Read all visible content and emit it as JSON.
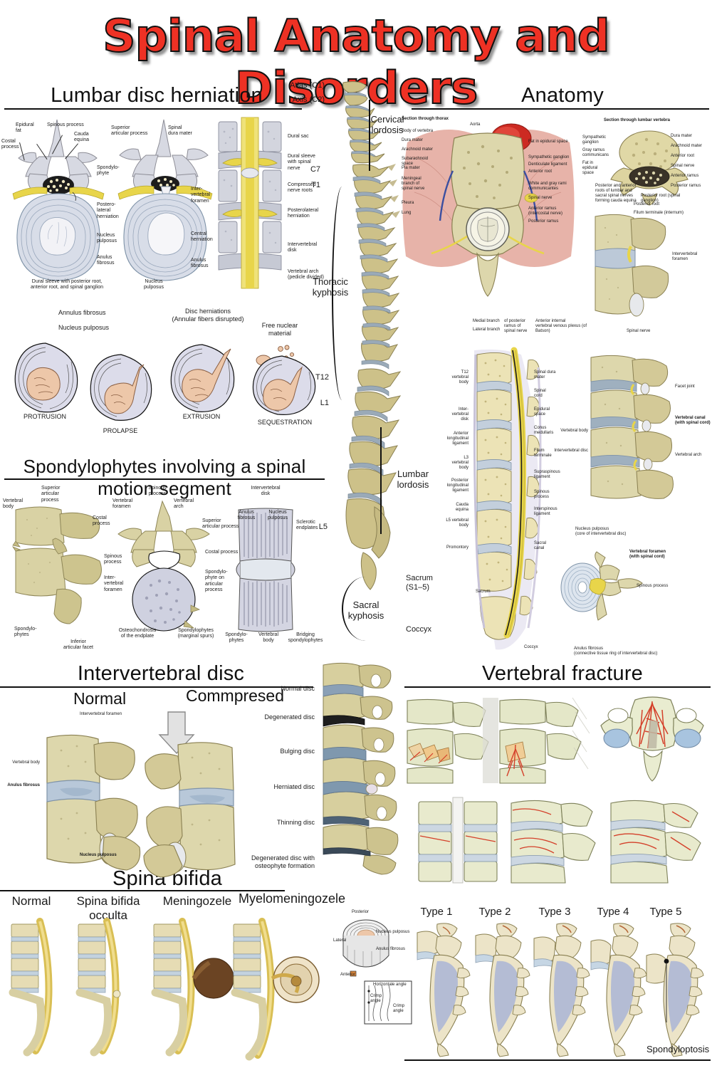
{
  "poster": {
    "title": "Spinal Anatomy and Disorders",
    "title_color": "#ee3124"
  },
  "sections": {
    "lumbar_disc_herniation": {
      "heading": "Lumbar disc herniation",
      "figure_left_labels": [
        "Epidural\nfat",
        "Spinous process",
        "Cauda\nequina",
        "Costal\nprocess",
        "Spondylo-\nphyte",
        "Postero-\nlateral\nherniation",
        "Nucleus\npulposus",
        "Anulus\nfibrosus",
        "Dural sleeve with posterior root,\nanterior root, and spinal ganglion"
      ],
      "figure_mid_labels": [
        "Superior\narticular process",
        "Spinal\ndura mater",
        "Inter-\nvertebral\nforamen",
        "Central\nherniation",
        "Anulus\nfibrosus",
        "Nucleus\npulposus"
      ],
      "figure_right_labels": [
        "Dural sac",
        "Dural sleeve\nwith spinal nerve",
        "Compressed\nnerve roots",
        "Posterolateral\nherniation",
        "Intervertebral\ndisk",
        "Vertebral arch\n(pedicle divided)"
      ],
      "herniation_stages": {
        "callouts": [
          "Annulus fibrosus",
          "Nucleus pulposus",
          "Disc herniations\n(Annular fibers disrupted)",
          "Free nuclear\nmaterial"
        ],
        "items": [
          {
            "name": "PROTRUSION"
          },
          {
            "name": "PROLAPSE"
          },
          {
            "name": "EXTRUSION"
          },
          {
            "name": "SEQUESTRATION"
          }
        ]
      }
    },
    "spondylophytes": {
      "heading": "Spondylophytes involving a spinal motion segment",
      "fig1_labels": [
        "Superior\narticular process",
        "Vertebral\nbody",
        "Costal\nprocess",
        "Spinous\nprocess",
        "Inter-\nvertebral\nforamen",
        "Spondylo-\nphytes",
        "Inferior\narticular facet"
      ],
      "fig2_labels": [
        "Spinous\nprocess",
        "Vertebral\nforamen",
        "Vertebral\narch",
        "Superior\narticular process",
        "Costal process",
        "Spondylo-\nphyte on\narticular\nprocess",
        "Osteochondrosis\nof the endplate",
        "Spondylophytes\n(marginal spurs)"
      ],
      "fig3_labels": [
        "Intervertebral\ndisk",
        "Anulus\nfibrosus",
        "Nucleus\npulposus",
        "Sclerotic\nendplates",
        "Spondylo-\nphytes",
        "Vertebral\nbody",
        "Bridging\nspondylophytes"
      ]
    },
    "spine_column": {
      "labels": [
        "Atlas (C1)",
        "Axis (C2)",
        "C7",
        "T1",
        "T12",
        "L1",
        "L5",
        "Sacrum\n(S1–5)",
        "Coccyx"
      ],
      "curvatures": [
        "Cervical\nlordosis",
        "Thoracic\nkyphosis",
        "Lumbar\nlordosis",
        "Sacral\nkyphosis"
      ]
    },
    "anatomy": {
      "heading": "Anatomy",
      "thorax_section": {
        "title": "Section through thorax",
        "left_labels": [
          "Body of vertebra",
          "Dura mater",
          "Arachnoid mater",
          "Subarachnoid space",
          "Pia mater",
          "Meningeal\nbranch of\nspinal nerve",
          "Pleura",
          "Lung"
        ],
        "top_label": "Aorta",
        "right_labels": [
          "Fat in epidural space",
          "Sympathetic ganglion",
          "Denticulate ligament",
          "Anterior root",
          "White and gray rami\ncommunicantes",
          "Spinal nerve",
          "Anterior ramus\n(intercostal nerve)",
          "Posterior ramus"
        ],
        "bottom_labels": [
          "Medial branch",
          "Lateral branch",
          "of posterior\nramus of\nspinal nerve",
          "Anterior internal\nvertebral venous plexus (of Batson)"
        ]
      },
      "lumbar_section": {
        "title": "Section through lumbar vertebra",
        "left_labels": [
          "Sympathetic\nganglion",
          "Gray ramus\ncommunicans",
          "Fat in\nepidural\nspace",
          "Posterior and anterior\nroots of lumbar and\nsacral spinal nerves\nforming cauda equina"
        ],
        "right_labels": [
          "Dura mater",
          "Arachnoid mater",
          "Anterior root",
          "Spinal nerve",
          "Anterior ramus",
          "Posterior ramus",
          "Posterior root (spinal ganglion)",
          "Posterior root",
          "Filum terminale (internum)"
        ]
      },
      "foramen_fig": {
        "labels": [
          "Intervertebral foramen",
          "Spinal nerve"
        ]
      },
      "sagittal_section": {
        "left_labels": [
          "T12\nvertebral\nbody",
          "Inter-\nvertebral\ndisk",
          "Anterior\nlongitudinal\nligament",
          "L3\nvertebral\nbody",
          "Posterior\nlongitudinal\nligament",
          "Cauda\nequina",
          "L5 vertebral\nbody",
          "Promontory"
        ],
        "right_labels": [
          "Spinal dura\nmater",
          "Spinal\ncord",
          "Epidural\nspace",
          "Conus\nmedullaris",
          "Filum\nterminale",
          "Supraspinous\nligament",
          "Spinous\nprocess",
          "Interspinous\nligament",
          "Sacral\ncanal",
          "Sacrum",
          "Coccyx"
        ],
        "region_label": "Lumbar\nlordosis"
      },
      "lateral_lumbar": {
        "labels": [
          "Facet joint",
          "Vertebral canal\n(with spinal cord)",
          "Vertebral arch",
          "Vertebral body",
          "Intervertebral disc"
        ],
        "bold_labels": [
          "Vertebral canal",
          "Vertebral foramen"
        ]
      },
      "axial_lumbar": {
        "labels": [
          "Nucleus pulposus\n(core of intervertebral disc)",
          "Vertebral foramen\n(with spinal cord)",
          "Spinous process",
          "Anulus fibrosus\n(connective tissue ring of intervertebral disc)"
        ]
      }
    },
    "intervertebral_disc": {
      "heading": "Intervertebral disc",
      "states": [
        "Normal",
        "Commpresed"
      ],
      "normal_labels": [
        "Intervertebral foramen",
        "Vertebral body",
        "Anulus fibrosus",
        "Nucleus pulposus"
      ],
      "degeneration_labels": [
        "Normal disc",
        "Degenerated disc",
        "Bulging disc",
        "Herniated disc",
        "Thinning disc",
        "Degenerated disc with\nosteophyte formation"
      ]
    },
    "spina_bifida": {
      "heading": "Spina bifida",
      "types": [
        "Normal",
        "Spina bifida occulta",
        "Meningozele",
        "Myelomeningozele"
      ],
      "disc_detail_labels": [
        "Posterior",
        "Anterior",
        "Lateral",
        "Nucleus pulposus",
        "Anulus fibrosus",
        "Horizontale angle",
        "Crimp\nangle",
        "Crimp\nangle"
      ]
    },
    "vertebral_fracture": {
      "heading": "Vertebral fracture",
      "types": [
        "Type 1",
        "Type 2",
        "Type 3",
        "Type 4",
        "Type 5"
      ],
      "annotation": "Spondyloptosis"
    }
  },
  "colors": {
    "title_red": "#ee3124",
    "bone": "#ddd7ac",
    "bone_light": "#e8e2c0",
    "disc_blue": "#b8c6d6",
    "nerve_yellow": "#e8d54a",
    "nucleus_tan": "#edc7a9",
    "gray_bone": "#d7d9e2",
    "fracture_red": "#d4402a",
    "rule": "#111111"
  }
}
